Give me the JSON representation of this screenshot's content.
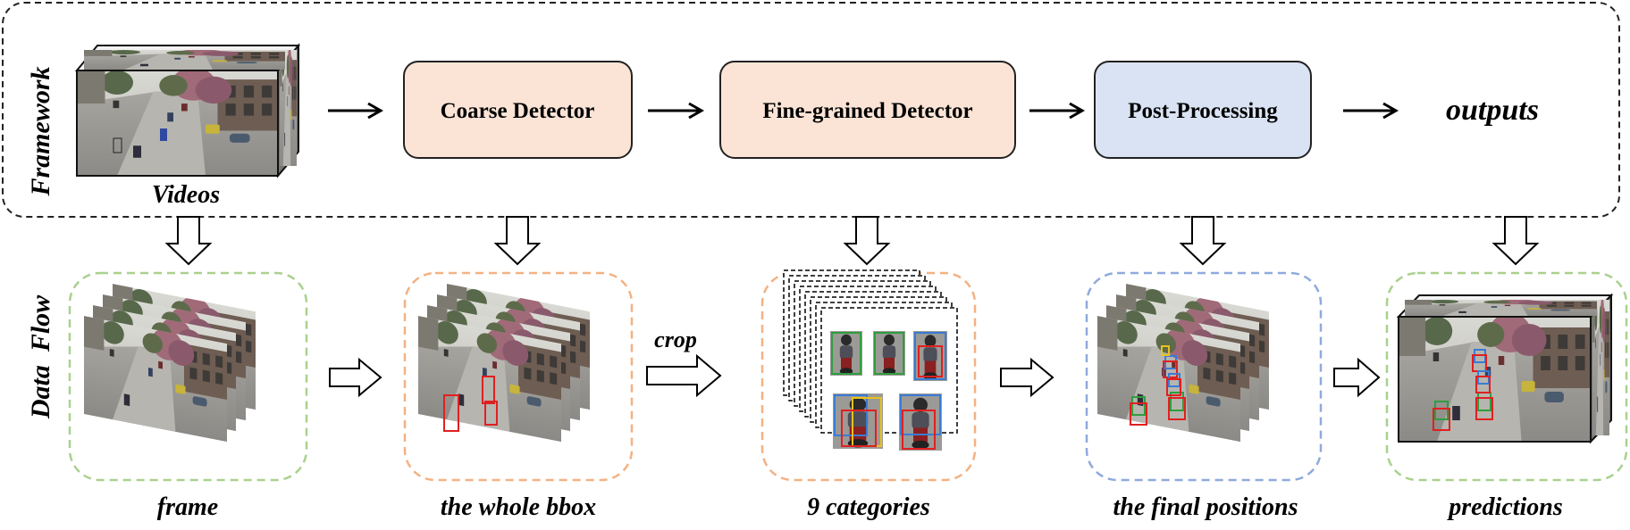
{
  "framework": {
    "side_label": "Framework",
    "input_label": "Videos",
    "stages": [
      {
        "label": "Coarse Detector",
        "fill": "#FBE4D6"
      },
      {
        "label": "Fine-grained Detector",
        "fill": "#FBE4D6"
      },
      {
        "label": "Post-Processing",
        "fill": "#DAE3F3"
      }
    ],
    "output_label": "outputs"
  },
  "data_flow": {
    "side_label": "Data  Flow",
    "crop_label": "crop",
    "panels": [
      {
        "caption": "frame",
        "border_color": "#A9D18E"
      },
      {
        "caption": "the whole bbox",
        "border_color": "#F4B183"
      },
      {
        "caption": "9 categories",
        "border_color": "#F4B183"
      },
      {
        "caption": "the final positions",
        "border_color": "#8FAADC"
      },
      {
        "caption": "predictions",
        "border_color": "#A9D18E"
      }
    ]
  },
  "colors": {
    "bbox_red": "#E02020",
    "bbox_blue": "#3A7BD5",
    "bbox_green": "#2E9E3E",
    "bbox_yellow": "#E8C21A"
  }
}
